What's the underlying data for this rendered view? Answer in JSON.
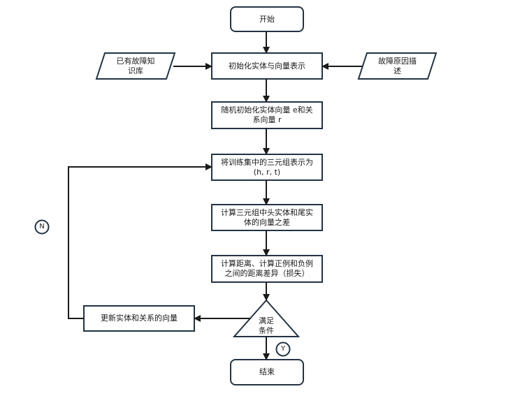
{
  "flowchart": {
    "start": "开始",
    "init": "初始化实体与向量表示",
    "known_kb": "已有故障知\n识库",
    "fault_desc": "故障原因描\n述",
    "random_init": "随机初始化实体向量 e和关\n系向量 r",
    "triples": "将训练集中的三元组表示为\n(h, r, t)",
    "diff": "计算三元组中头实体和尾实\n体的向量之差",
    "distance": "计算距离、计算正例和负例\n之间的距离差异（损失）",
    "condition": "满足\n条件",
    "update": "更新实体和关系的向量",
    "end": "结束",
    "label_no": "N",
    "label_yes": "Y"
  }
}
